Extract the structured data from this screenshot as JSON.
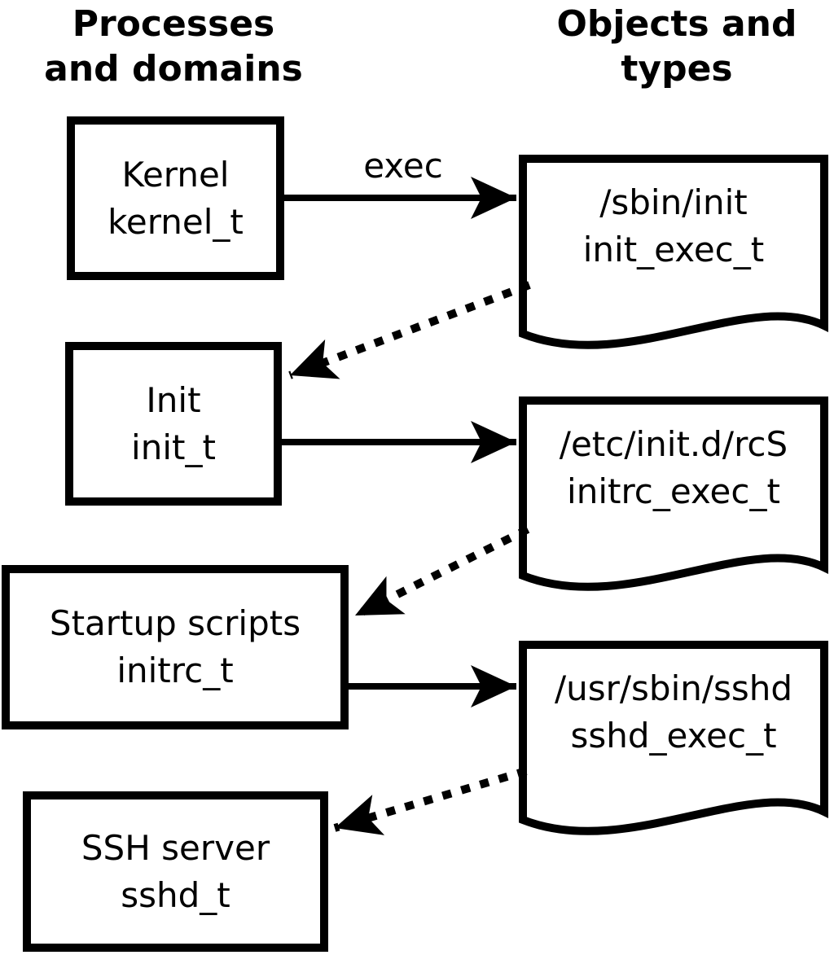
{
  "title_left": {
    "line1": "Processes",
    "line2": "and domains"
  },
  "title_right": {
    "line1": "Objects and",
    "line2": "types"
  },
  "arrow_label": "exec",
  "process_boxes": [
    {
      "name": "Kernel",
      "type": "kernel_t"
    },
    {
      "name": "Init",
      "type": "init_t"
    },
    {
      "name": "Startup scripts",
      "type": "initrc_t"
    },
    {
      "name": "SSH server",
      "type": "sshd_t"
    }
  ],
  "object_docs": [
    {
      "path": "/sbin/init",
      "type": "init_exec_t"
    },
    {
      "path": "/etc/init.d/rcS",
      "type": "initrc_exec_t"
    },
    {
      "path": "/usr/sbin/sshd",
      "type": "sshd_exec_t"
    }
  ],
  "colors": {
    "line": "#000000",
    "background": "#ffffff"
  }
}
